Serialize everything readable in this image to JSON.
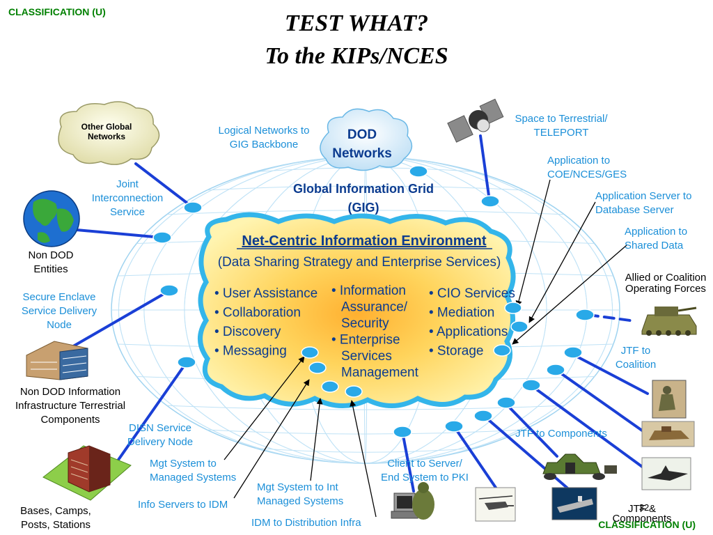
{
  "classification": {
    "top": "CLASSIFICATION (U)",
    "bottom": "CLASSIFICATION (U)"
  },
  "title": {
    "line1": "TEST WHAT?",
    "line2": "To the KIPs/NCES"
  },
  "page_number": "32",
  "dod_networks": {
    "line1": "DOD",
    "line2": "Networks"
  },
  "other_networks": {
    "line1": "Other Global",
    "line2": "Networks"
  },
  "gig": {
    "line1": "Global Information Grid",
    "line2": "(GIG)"
  },
  "nce": {
    "title": "Net-Centric Information Environment",
    "subtitle": "(Data Sharing Strategy and Enterprise Services)",
    "col1": [
      "• User Assistance",
      "• Collaboration",
      "• Discovery",
      "• Messaging"
    ],
    "col2": [
      "•  Information",
      "Assurance/",
      "Security",
      "• Enterprise",
      "Services",
      "Management"
    ],
    "col3": [
      "• CIO Services",
      "• Mediation",
      "• Applications",
      "• Storage"
    ]
  },
  "labels": {
    "logical_networks": [
      "Logical Networks to",
      "GIG Backbone"
    ],
    "space": [
      "Space to Terrestrial/",
      "TELEPORT"
    ],
    "app_coe": [
      "Application to",
      "COE/NCES/GES"
    ],
    "app_server": [
      "Application Server to",
      "Database Server"
    ],
    "app_shared": [
      "Application to",
      "Shared Data"
    ],
    "joint": [
      "Joint",
      "Interconnection",
      "Service"
    ],
    "non_dod_entities": [
      "Non DOD",
      "Entities"
    ],
    "secure_enclave": [
      "Secure Enclave",
      "Service Delivery",
      "Node"
    ],
    "non_dod_info": [
      "Non DOD Information",
      "Infrastructure Terrestrial",
      "Components"
    ],
    "disn": [
      "DISN Service",
      "Delivery Node"
    ],
    "bases": [
      "Bases, Camps,",
      "Posts, Stations"
    ],
    "mgt_managed": [
      "Mgt System to",
      "Managed Systems"
    ],
    "info_servers": [
      "Info Servers to IDM"
    ],
    "mgt_int": [
      "Mgt  System to Int",
      "Managed Systems"
    ],
    "idm": [
      "IDM to Distribution Infra"
    ],
    "client": [
      "Client to Server/",
      "End System to PKI"
    ],
    "jtf_components": [
      "JTF to Components"
    ],
    "allied": [
      "Allied or Coalition",
      "Operating Forces"
    ],
    "jtf_coalition": [
      "JTF to",
      "Coalition"
    ],
    "jtf_comp_bottom": [
      "JTF &",
      "Components"
    ]
  },
  "colors": {
    "link_blue": "#1a3fd6",
    "node_blue": "#29a9e8",
    "label_blue": "#1b8fd8",
    "title_navy": "#0b3b8f",
    "nce_fill": "#ffd45c",
    "nce_border": "#33b5ea",
    "classification_green": "#008000"
  },
  "icons": {
    "satellite": "satellite-icon",
    "globe": "globe-icon",
    "office": "office-building-icon",
    "hq": "hq-building-icon",
    "computer": "computer-icon",
    "helicopter": "helicopter-icon",
    "ship": "ship-icon",
    "bunker": "bunker-icon",
    "tank": "tank-icon",
    "soldier": "soldier-icon",
    "armor": "armor-icon",
    "jet": "jet-icon"
  }
}
